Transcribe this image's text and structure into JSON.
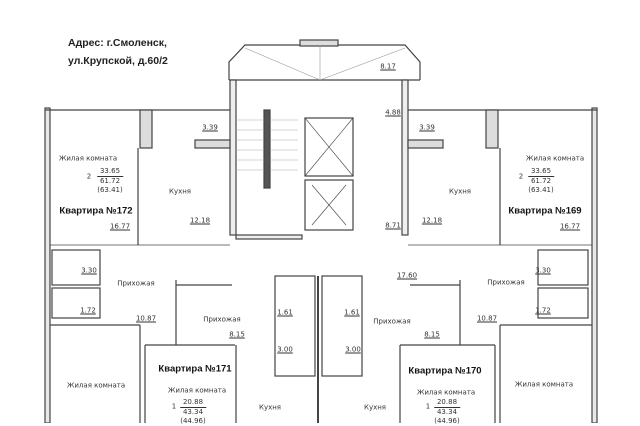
{
  "address": {
    "line1": "Адрес: г.Смоленск,",
    "line2": "ул.Крупской, д.60/2"
  },
  "labels": {
    "living_room": "Жилая комната",
    "kitchen": "Кухня",
    "hallway": "Прихожая"
  },
  "apartments": {
    "a172": {
      "title": "Квартира №172",
      "rooms": "2",
      "living": "33.65",
      "total": "61.72",
      "total_with_balcony": "(63.41)",
      "room_area": "16.77",
      "kitchen_area": "12.18",
      "balcony_area": "3.39"
    },
    "a169": {
      "title": "Квартира №169",
      "rooms": "2",
      "living": "33.65",
      "total": "61.72",
      "total_with_balcony": "(63.41)",
      "room_area": "16.77",
      "kitchen_area": "12.18",
      "balcony_area": "3.39"
    },
    "a171": {
      "title": "Квартира №171",
      "rooms": "1",
      "living": "20.88",
      "total": "43.34",
      "total_with_balcony": "(44.96)",
      "hall_area": "8.15",
      "toilet_area": "1.61",
      "bath_area": "3.00"
    },
    "a170": {
      "title": "Квартира №170",
      "rooms": "1",
      "living": "20.88",
      "total": "43.34",
      "total_with_balcony": "(44.96)",
      "hall_area": "8.15",
      "toilet_area": "1.61",
      "bath_area": "3.00"
    }
  },
  "left_lower": {
    "bath_area": "3.30",
    "toilet_area": "1.72",
    "hall_area": "10.87"
  },
  "right_lower": {
    "bath_area": "3.30",
    "toilet_area": "1.72",
    "hall_area": "10.87"
  },
  "common": {
    "vestibule_area": "8.17",
    "lift_hall_area": "4.88",
    "corridor_area": "8.71",
    "main_corridor_area": "17.60"
  }
}
